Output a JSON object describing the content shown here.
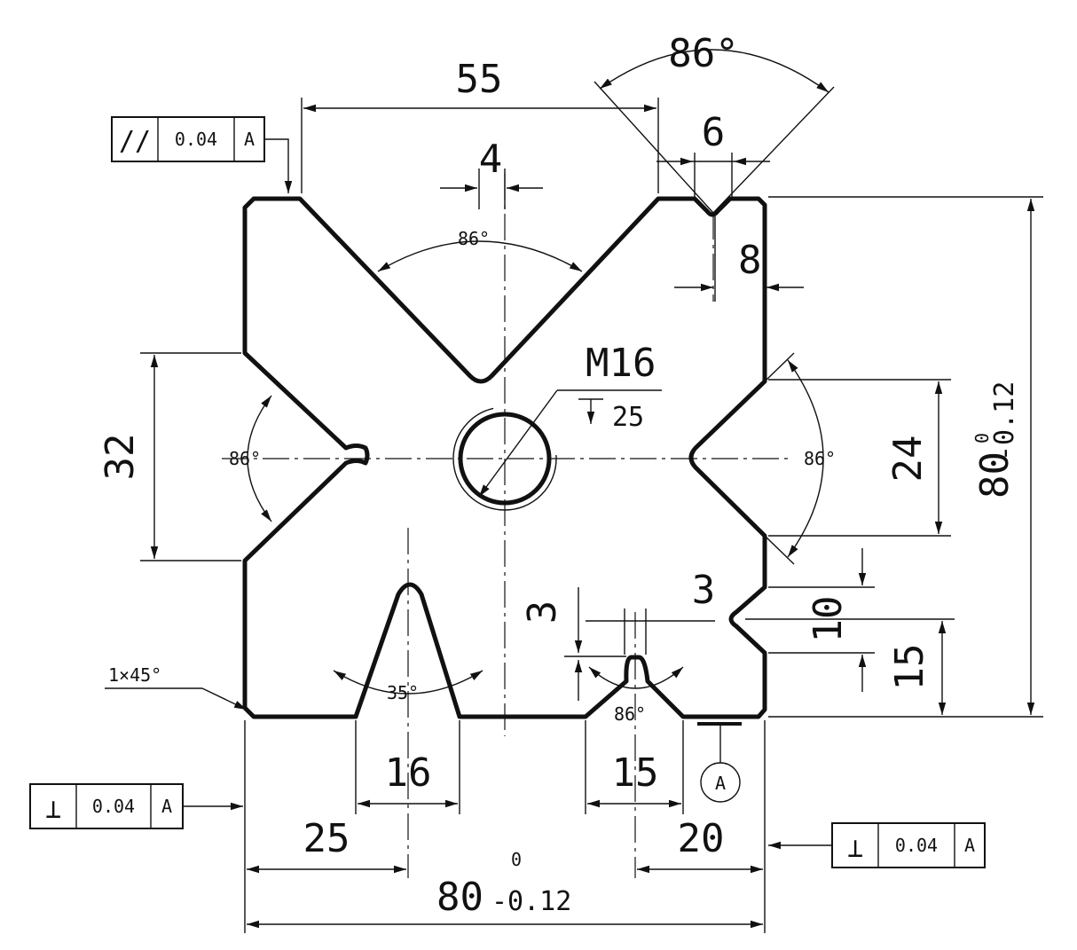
{
  "dimensions": {
    "top_width": "55",
    "top_angle": "86°",
    "notch_top_width": "6",
    "center_gap": "4",
    "notch_depth": "8",
    "thread": "M16",
    "thread_depth": "25",
    "left_height": "32",
    "right_height": "24",
    "overall_height": "80",
    "height_tol_upper": "0",
    "height_tol_lower": "-0.12",
    "small_vertical": "3",
    "small_notch": "3",
    "dim_10": "10",
    "dim_15_right": "15",
    "chamfer": "1×45°",
    "bottom_angle": "35°",
    "bottom_slot": "16",
    "bottom_notch_width": "15",
    "bottom_notch_angle": "86°",
    "left_offset": "25",
    "right_offset": "20",
    "overall_width": "80",
    "width_tol_upper": "0",
    "width_tol_lower": "-0.12"
  },
  "angles": {
    "top_v": "86°",
    "left_v": "86°",
    "right_v": "86°"
  },
  "tolerance_frames": [
    {
      "symbol": "//",
      "value": "0.04",
      "datum": "A"
    },
    {
      "symbol": "⊥",
      "value": "0.04",
      "datum": "A"
    },
    {
      "symbol": "⊥",
      "value": "0.04",
      "datum": "A"
    }
  ],
  "datum_label": "A"
}
